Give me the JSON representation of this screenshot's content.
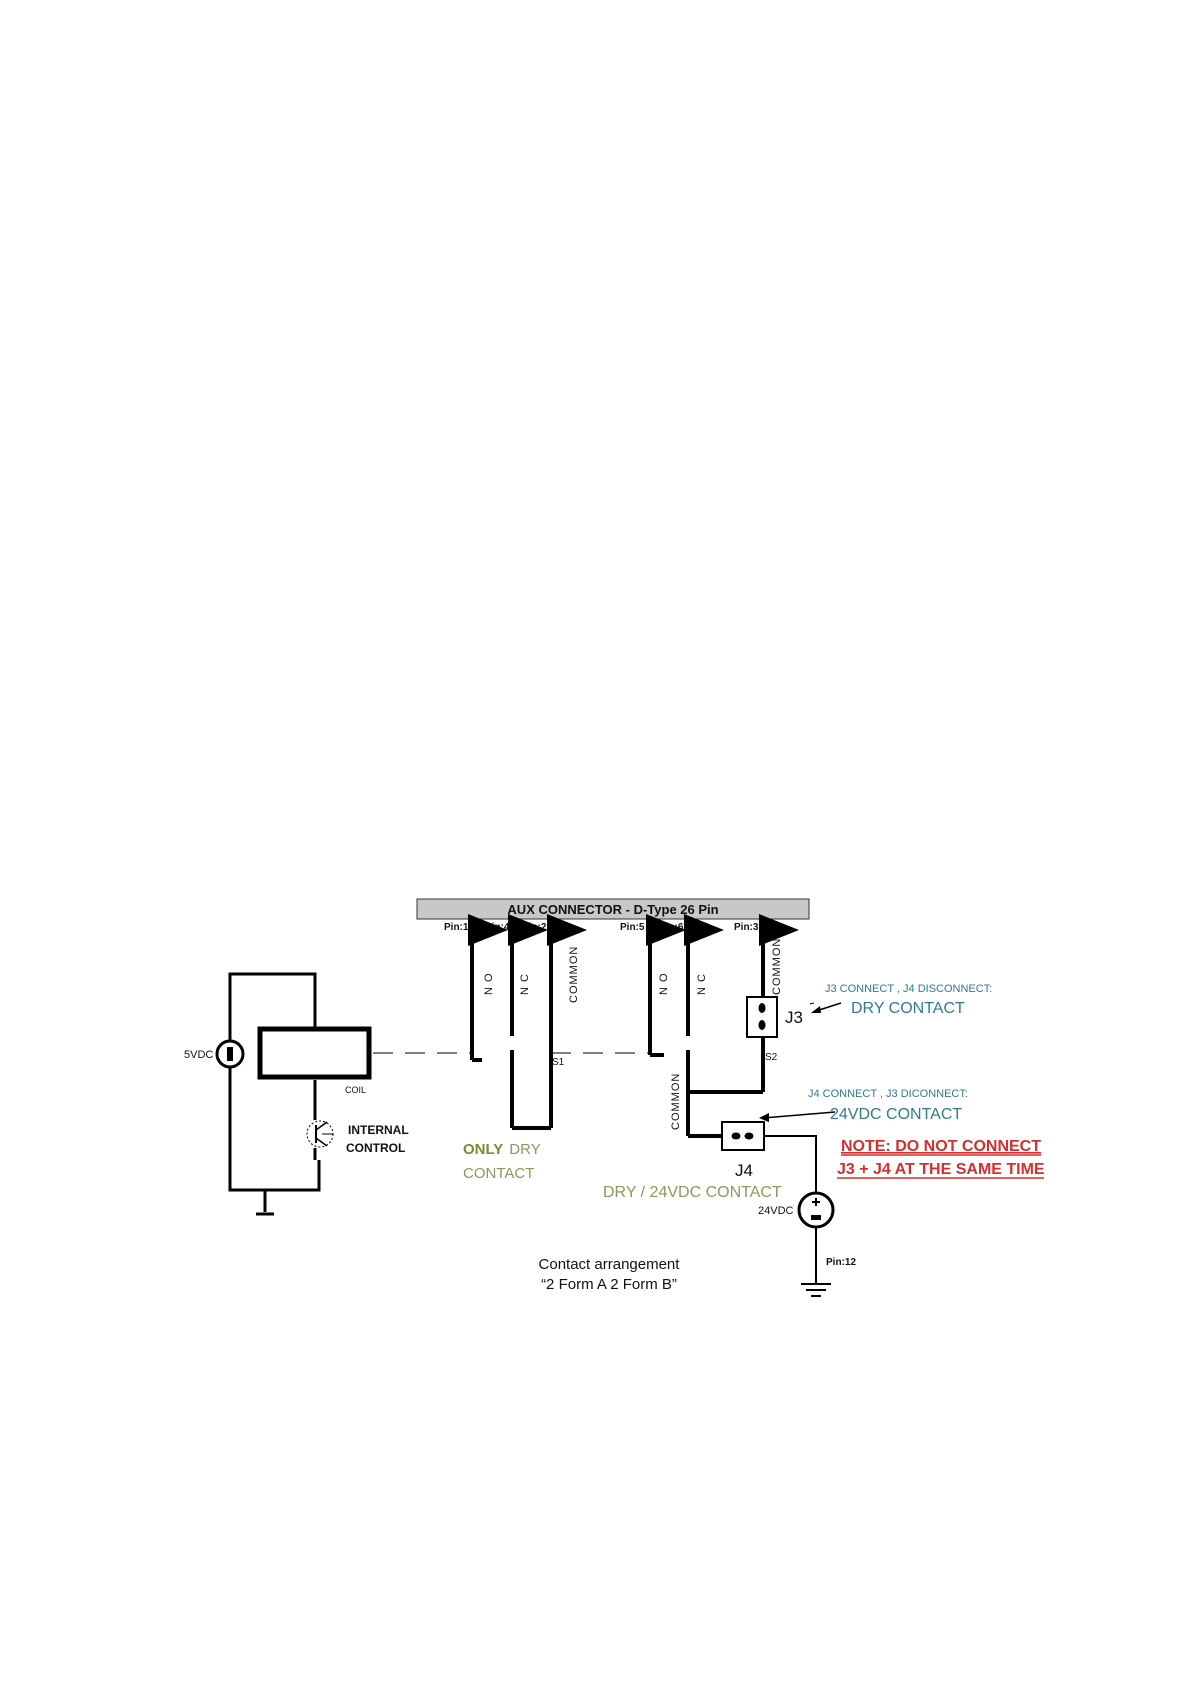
{
  "connector": {
    "title": "AUX CONNECTOR - D-Type 26 Pin"
  },
  "pins": {
    "pin1": "Pin:1",
    "pin4": "Pin:4",
    "pin2": "Pin:2",
    "pin5": "Pin:5",
    "pin6": "Pin:6",
    "pin3": "Pin:3",
    "pin12": "Pin:12"
  },
  "contacts": {
    "no": "N O",
    "nc": "N C",
    "common": "COMMON",
    "s1": "S1",
    "s2": "S2"
  },
  "left": {
    "supply": "5VDC",
    "coil": "COIL",
    "internal_line1": "INTERNAL",
    "internal_line2": "CONTROL"
  },
  "dry_only": {
    "only": "ONLY",
    "dry": "DRY",
    "contact": "CONTACT"
  },
  "jumpers": {
    "j3": "J3",
    "j4": "J4",
    "j3_note_small": "J3 CONNECT , J4 DISCONNECT:",
    "j3_note_large": "DRY CONTACT",
    "j4_note_small": "J4 CONNECT , J3 DICONNECT:",
    "j4_note_large": "24VDC CONTACT",
    "j4_sub": "DRY / 24VDC CONTACT"
  },
  "supply24": "24VDC",
  "warning": {
    "line1": "NOTE: DO NOT CONNECT",
    "line2": "J3 + J4 AT THE SAME TIME"
  },
  "caption": {
    "line1": "Contact arrangement",
    "line2": "“2 Form A 2 Form B”"
  },
  "colors": {
    "teal": "#2e7d8c",
    "olive_bold": "#7a8c2e",
    "olive": "#8a9a5b",
    "warning": "#d32f2f",
    "header_fill": "#c8c8c8"
  },
  "icons": [
    "ground-icon",
    "dc-source-icon",
    "arrow-icon",
    "transistor-icon",
    "jumper-icon"
  ]
}
